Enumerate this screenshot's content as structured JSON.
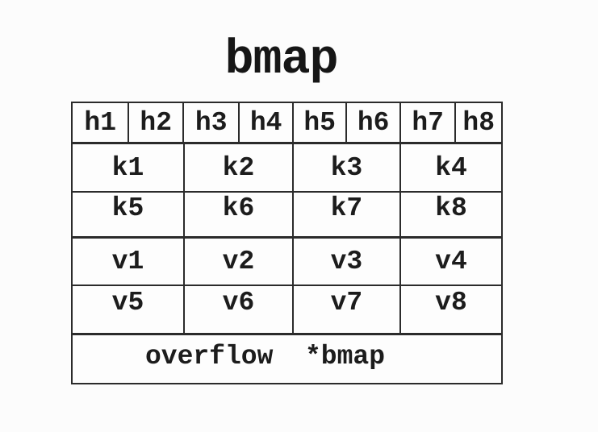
{
  "title": "bmap",
  "diagram": {
    "tophash_cells": [
      "h1",
      "h2",
      "h3",
      "h4",
      "h5",
      "h6",
      "h7",
      "h8"
    ],
    "key_rows": [
      [
        "k1",
        "k2",
        "k3",
        "k4"
      ],
      [
        "k5",
        "k6",
        "k7",
        "k8"
      ]
    ],
    "value_rows": [
      [
        "v1",
        "v2",
        "v3",
        "v4"
      ],
      [
        "v5",
        "v6",
        "v7",
        "v8"
      ]
    ],
    "overflow_label": "overflow  *bmap"
  },
  "colors": {
    "background": "#fcfcfc",
    "border": "#2b2b2b",
    "text": "#1c1c1c"
  }
}
